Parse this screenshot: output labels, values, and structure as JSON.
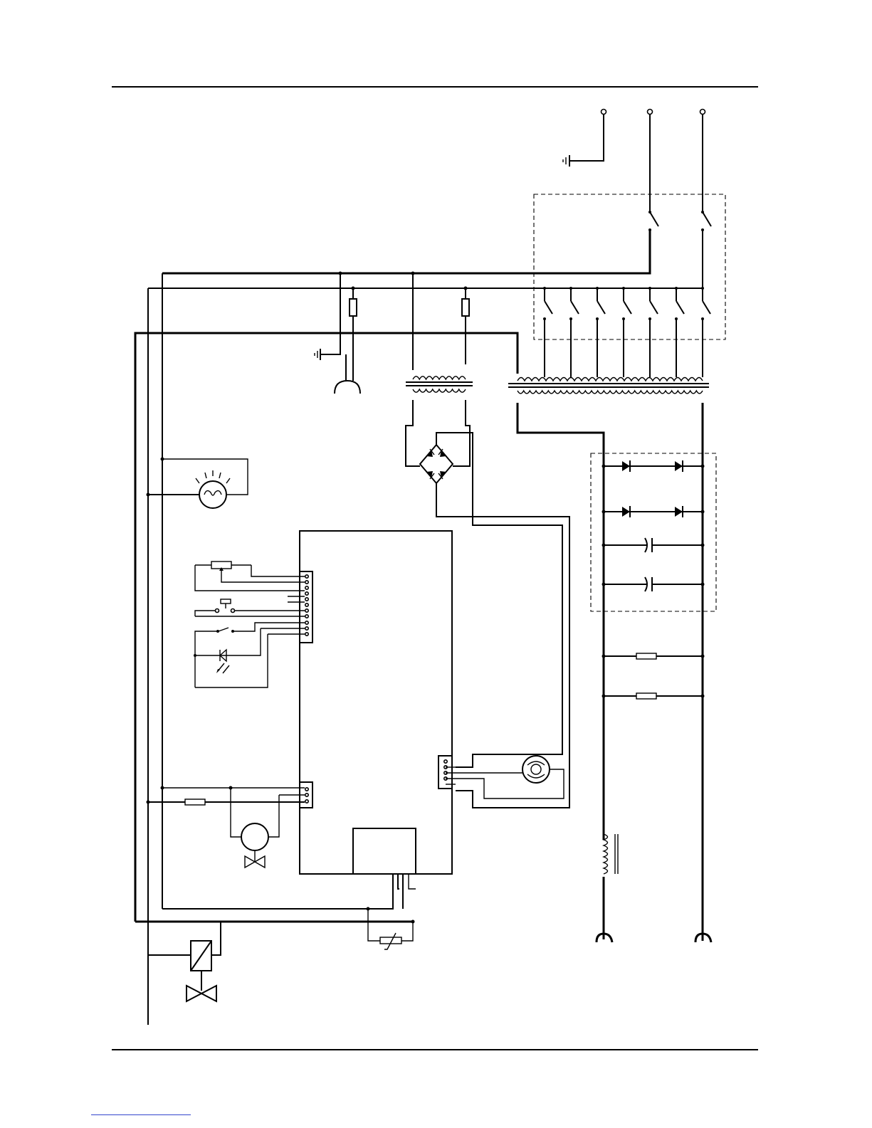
{
  "diagram": {
    "kind": "electrical-wiring-schematic",
    "colors": {
      "wire": "#000000",
      "background": "#ffffff",
      "footer_link": "#3344cc"
    },
    "components": [
      "ground-terminal",
      "supply-terminal-l1",
      "supply-terminal-l2",
      "main-switch",
      "selector-switch",
      "fuse",
      "mains-plug",
      "control-transformer",
      "main-transformer",
      "bridge-rectifier",
      "rectifier-diode-stack",
      "smoothing-capacitor",
      "bleeder-resistor",
      "signal-lamp",
      "potentiometer",
      "push-button",
      "toggle-switch",
      "led",
      "control-board",
      "wire-feed-motor",
      "fan-motor",
      "solenoid-valve",
      "thermistor",
      "output-inductor",
      "output-socket"
    ]
  }
}
